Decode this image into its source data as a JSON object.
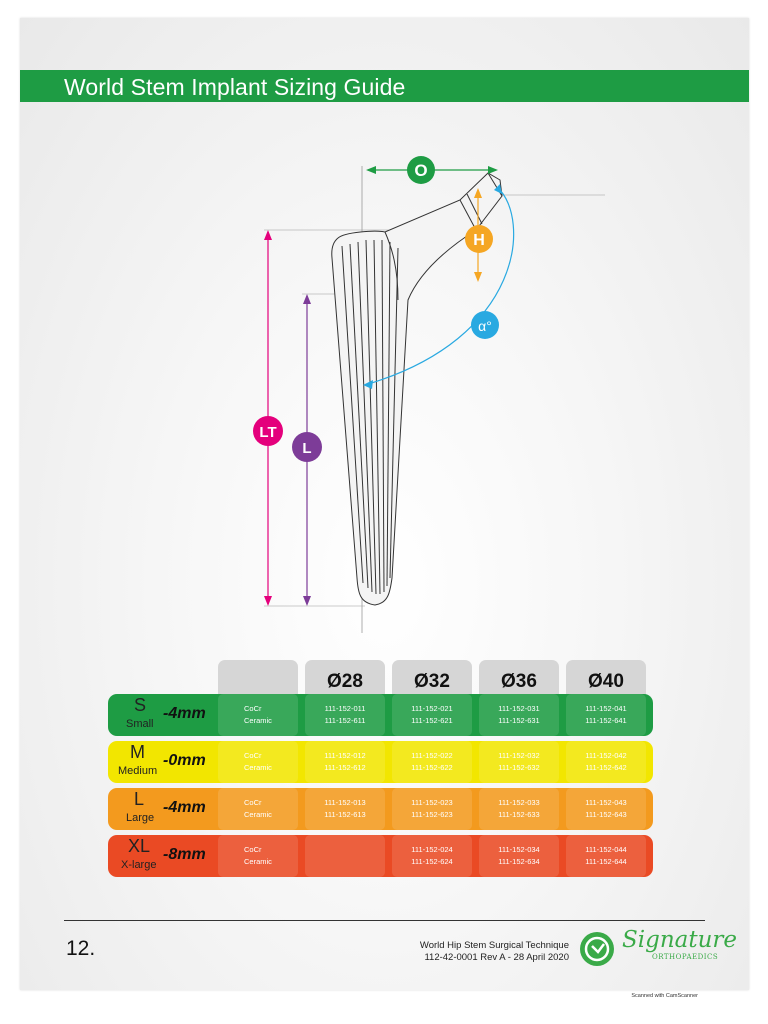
{
  "title": "World Stem Implant Sizing Guide",
  "diagram": {
    "labels": {
      "offset": "O",
      "height": "H",
      "angle": "α°",
      "lateral_length": "LT",
      "length": "L"
    },
    "colors": {
      "green": "#1e9c44",
      "orange": "#f5a623",
      "blue": "#29a9e1",
      "magenta": "#e4007c",
      "purple": "#7d3c98"
    }
  },
  "table": {
    "headers": [
      "",
      "Ø28",
      "Ø32",
      "Ø36",
      "Ø40"
    ],
    "rows": [
      {
        "letter": "S",
        "word": "Small",
        "mm": "-4mm",
        "color": "#1e9c44",
        "material1": "CoCr",
        "material2": "Ceramic",
        "c28": [
          "111-152-011",
          "111-152-611"
        ],
        "c32": [
          "111-152-021",
          "111-152-621"
        ],
        "c36": [
          "111-152-031",
          "111-152-631"
        ],
        "c40": [
          "111-152-041",
          "111-152-641"
        ]
      },
      {
        "letter": "M",
        "word": "Medium",
        "mm": "-0mm",
        "color": "#f2e600",
        "material1": "CoCr",
        "material2": "Ceramic",
        "c28": [
          "111-152-012",
          "111-152-612"
        ],
        "c32": [
          "111-152-022",
          "111-152-622"
        ],
        "c36": [
          "111-152-032",
          "111-152-632"
        ],
        "c40": [
          "111-152-042",
          "111-152-642"
        ]
      },
      {
        "letter": "L",
        "word": "Large",
        "mm": "-4mm",
        "color": "#f39a1e",
        "material1": "CoCr",
        "material2": "Ceramic",
        "c28": [
          "111-152-013",
          "111-152-613"
        ],
        "c32": [
          "111-152-023",
          "111-152-623"
        ],
        "c36": [
          "111-152-033",
          "111-152-633"
        ],
        "c40": [
          "111-152-043",
          "111-152-643"
        ]
      },
      {
        "letter": "XL",
        "word": "X-large",
        "mm": "-8mm",
        "color": "#ea4a24",
        "material1": "CoCr",
        "material2": "Ceramic",
        "c28": [
          "",
          ""
        ],
        "c32": [
          "111-152-024",
          "111-152-624"
        ],
        "c36": [
          "111-152-034",
          "111-152-634"
        ],
        "c40": [
          "111-152-044",
          "111-152-644"
        ]
      }
    ]
  },
  "footer": {
    "page_number": "12.",
    "doc_title": "World Hip Stem Surgical Technique",
    "doc_ref": "112-42-0001 Rev A - 28 April 2020",
    "logo_name": "Signature",
    "logo_sub": "ORTHOPAEDICS",
    "scan_note": "Scanned with CamScanner"
  }
}
